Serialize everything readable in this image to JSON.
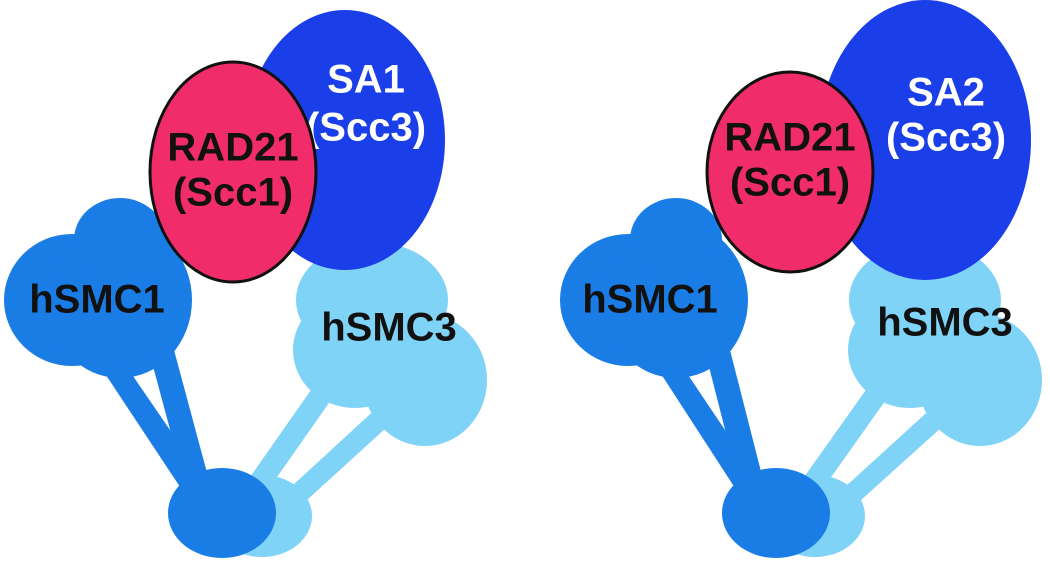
{
  "colors": {
    "smc1": "#1a7de6",
    "smc3": "#7fd3f7",
    "sa": "#1a3ee8",
    "rad21": "#f02d6a",
    "outline": "#111111",
    "dark_text": "#111111",
    "light_text": "#ffffff"
  },
  "complexes": [
    {
      "hsmc1_label": "hSMC1",
      "hsmc3_label": "hSMC3",
      "rad21_line1": "RAD21",
      "rad21_line2": "(Scc1)",
      "sa_line1": "SA1",
      "sa_line2": "(Scc3)"
    },
    {
      "hsmc1_label": "hSMC1",
      "hsmc3_label": "hSMC3",
      "rad21_line1": "RAD21",
      "rad21_line2": "(Scc1)",
      "sa_line1": "SA2",
      "sa_line2": "(Scc3)"
    }
  ]
}
